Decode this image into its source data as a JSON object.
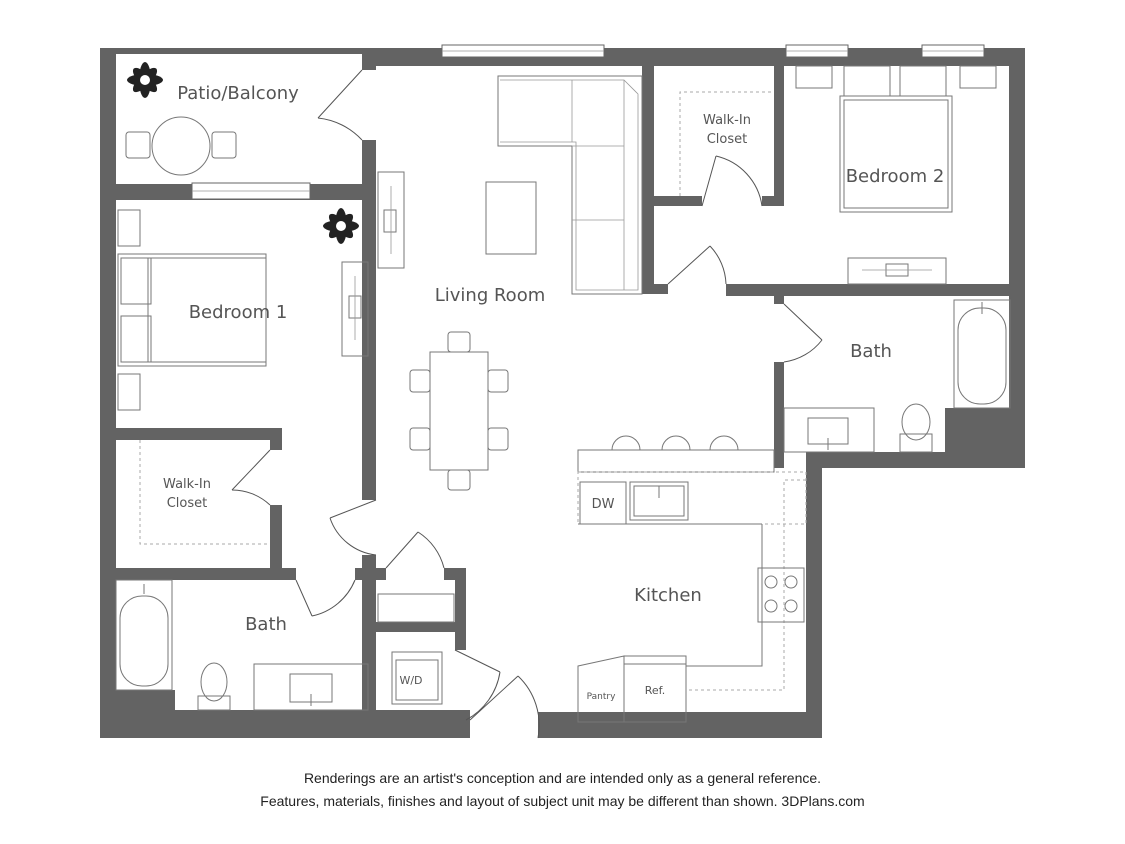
{
  "rooms": {
    "patio": "Patio/Balcony",
    "bedroom1": "Bedroom 1",
    "bedroom2": "Bedroom 2",
    "living": "Living Room",
    "kitchen": "Kitchen",
    "bath1": "Bath",
    "bath2": "Bath",
    "closet1_line1": "Walk-In",
    "closet1_line2": "Closet",
    "closet2_line1": "Walk-In",
    "closet2_line2": "Closet"
  },
  "fixtures": {
    "dishwasher": "DW",
    "washer_dryer": "W/D",
    "pantry": "Pantry",
    "refrigerator": "Ref."
  },
  "disclaimer": {
    "line1": "Renderings are an artist's conception and are intended only as a general reference.",
    "line2": "Features, materials, finishes and layout of subject unit may be different than shown. 3DPlans.com"
  }
}
